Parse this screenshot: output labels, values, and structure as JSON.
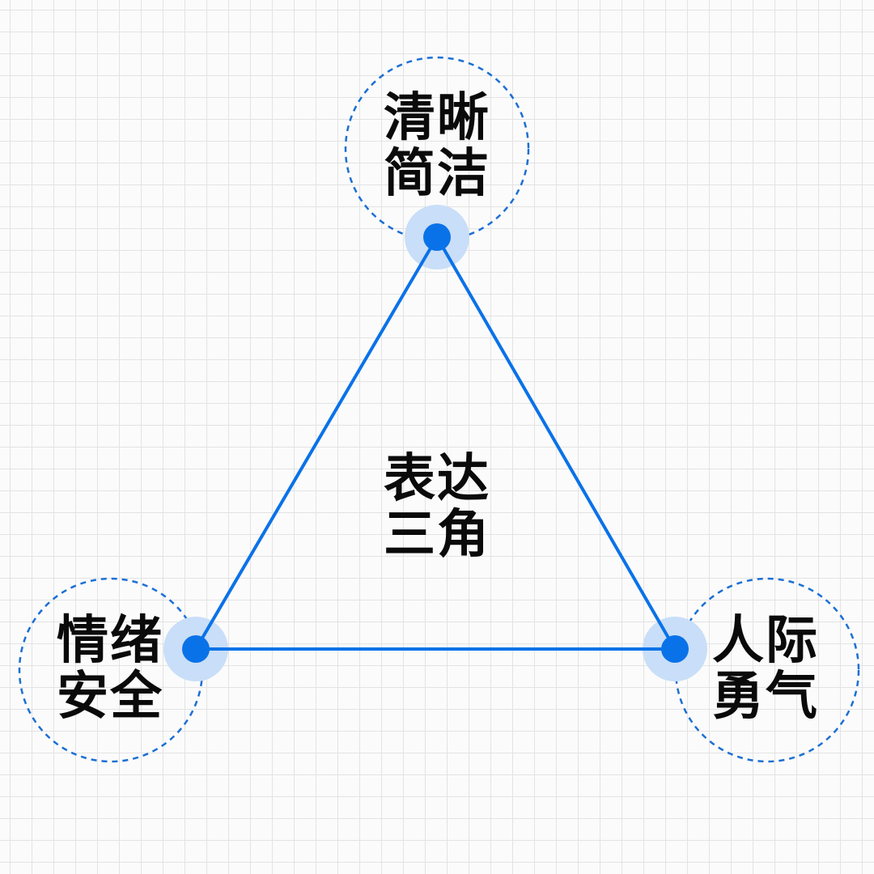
{
  "colors": {
    "accent": "#0a72e8",
    "node_halo": "#c9def8",
    "dashed_ring": "#1c6fd4",
    "text": "#0a0a0a",
    "grid": "#e3e3e3"
  },
  "nodes": {
    "top": {
      "line1": "清晰",
      "line2": "简洁"
    },
    "left": {
      "line1": "情绪",
      "line2": "安全"
    },
    "right": {
      "line1": "人际",
      "line2": "勇气"
    }
  },
  "center": {
    "line1": "表达",
    "line2": "三角"
  }
}
